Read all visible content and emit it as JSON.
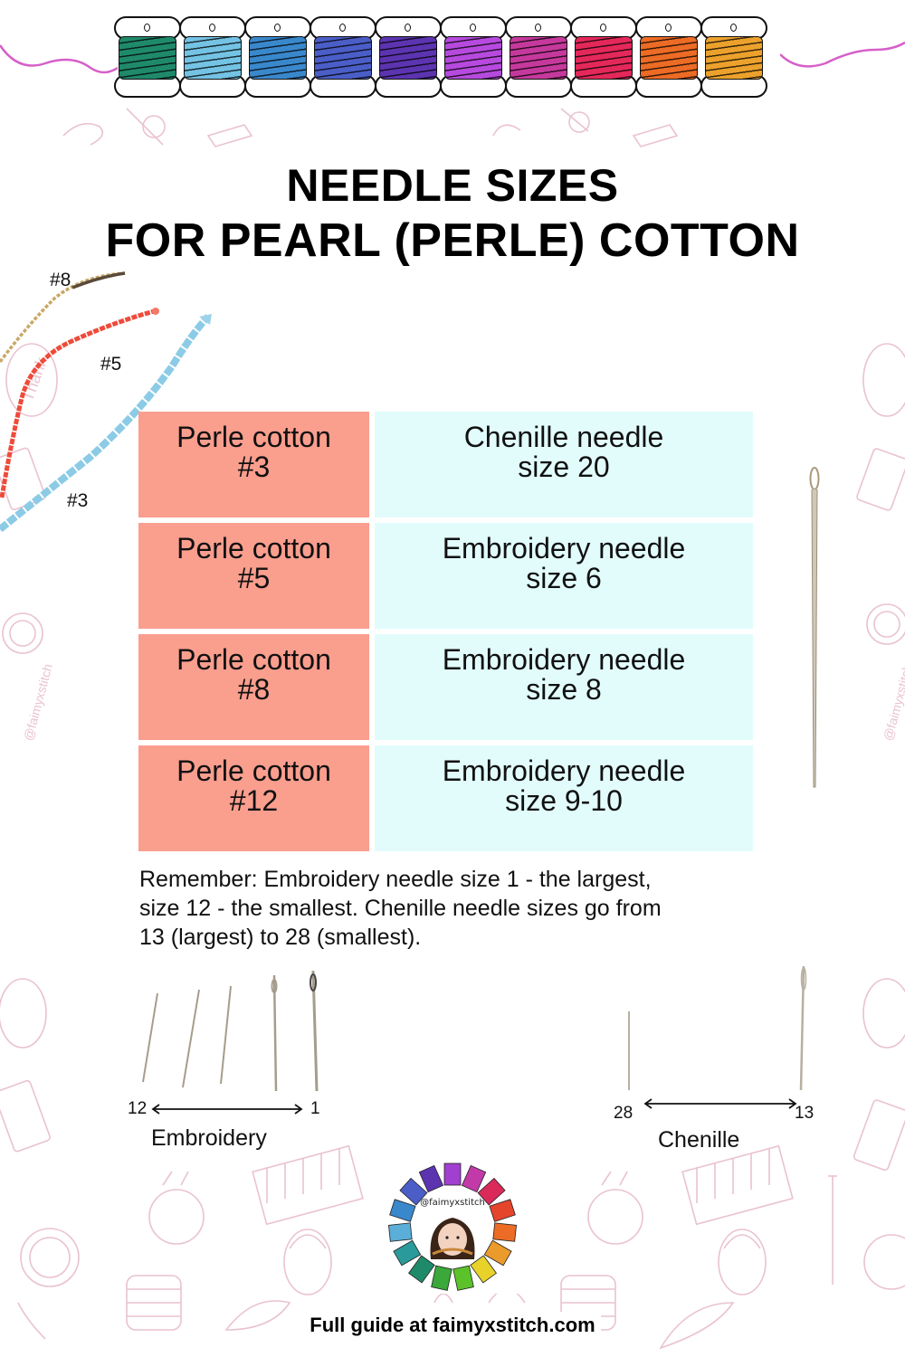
{
  "header": {
    "spool_colors": [
      "#1f8a6a",
      "#74c3e4",
      "#3a88cc",
      "#4b5ec8",
      "#5c34b0",
      "#b64ade",
      "#c5399c",
      "#e4285a",
      "#ec6b25",
      "#eba12c"
    ],
    "accent_wave_color": "#d65fc9"
  },
  "title": {
    "main": "NEEDLE SIZES",
    "sub": "FOR PEARL (PERLE) COTTON"
  },
  "threads": [
    {
      "label": "#8",
      "color": "#6b5a3a"
    },
    {
      "label": "#5",
      "color": "#ee4b3a"
    },
    {
      "label": "#3",
      "color": "#8ccbe6"
    }
  ],
  "table": {
    "colors": {
      "left": "#fa9e8e",
      "right": "#e2fcfc"
    },
    "rows": [
      {
        "thread_line1": "Perle cotton",
        "thread_line2": "#3",
        "needle_line1": "Chenille needle",
        "needle_line2": "size 20"
      },
      {
        "thread_line1": "Perle cotton",
        "thread_line2": "#5",
        "needle_line1": "Embroidery needle",
        "needle_line2": "size 6"
      },
      {
        "thread_line1": "Perle cotton",
        "thread_line2": "#8",
        "needle_line1": "Embroidery needle",
        "needle_line2": "size 8"
      },
      {
        "thread_line1": "Perle cotton",
        "thread_line2": "#12",
        "needle_line1": "Embroidery needle",
        "needle_line2": "size 9-10"
      }
    ]
  },
  "note": {
    "line1": "Remember: Embroidery needle size 1 - the largest,",
    "line2": "size 12 - the smallest. Chenille needle sizes go from",
    "line3": "13 (largest) to 28 (smallest)."
  },
  "diagrams": {
    "embroidery": {
      "left_num": "12",
      "right_num": "1",
      "caption": "Embroidery"
    },
    "chenille": {
      "left_num": "28",
      "right_num": "13",
      "caption": "Chenille"
    }
  },
  "logo": {
    "handle": "@faimyxstitch"
  },
  "footer": {
    "text": "Full guide at faimyxstitch.com"
  }
}
